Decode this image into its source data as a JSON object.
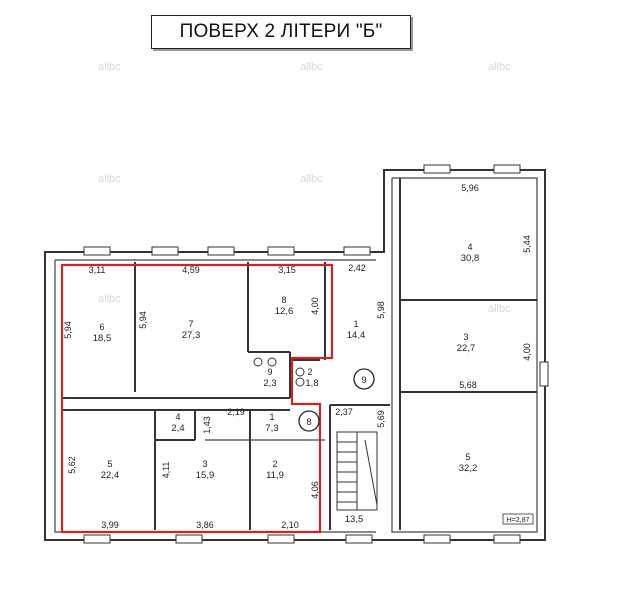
{
  "title": "ПОВЕРХ 2 ЛІТЕРИ \"Б\"",
  "watermark": "allbc",
  "scale": "H=2,87",
  "rooms": [
    {
      "num": "6",
      "area": "18,5"
    },
    {
      "num": "7",
      "area": "27,3"
    },
    {
      "num": "8",
      "area": "12,6"
    },
    {
      "num": "1",
      "area": "14,4"
    },
    {
      "num": "4",
      "area": "30,8"
    },
    {
      "num": "3",
      "area": "22,7"
    },
    {
      "num": "9",
      "area": "2,3"
    },
    {
      "num": "2",
      "area": "1,8"
    },
    {
      "num": "4",
      "area": "2,4"
    },
    {
      "num": "1",
      "area": "7,3"
    },
    {
      "num": "5",
      "area": "22,4"
    },
    {
      "num": "3",
      "area": "15,9"
    },
    {
      "num": "2",
      "area": "11,9"
    },
    {
      "num": "5",
      "area": "32,2"
    },
    {
      "num": "",
      "area": "13,5"
    }
  ],
  "dims": [
    "3,11",
    "4,59",
    "3,15",
    "2,42",
    "5,94",
    "5,94",
    "4,00",
    "5,98",
    "5,96",
    "5,44",
    "4,00",
    "5,68",
    "2,19",
    "1,43",
    "2,37",
    "5,69",
    "5,62",
    "4,11",
    "4,06",
    "3,99",
    "3,86",
    "2,10"
  ],
  "markers": [
    "9",
    "8"
  ]
}
